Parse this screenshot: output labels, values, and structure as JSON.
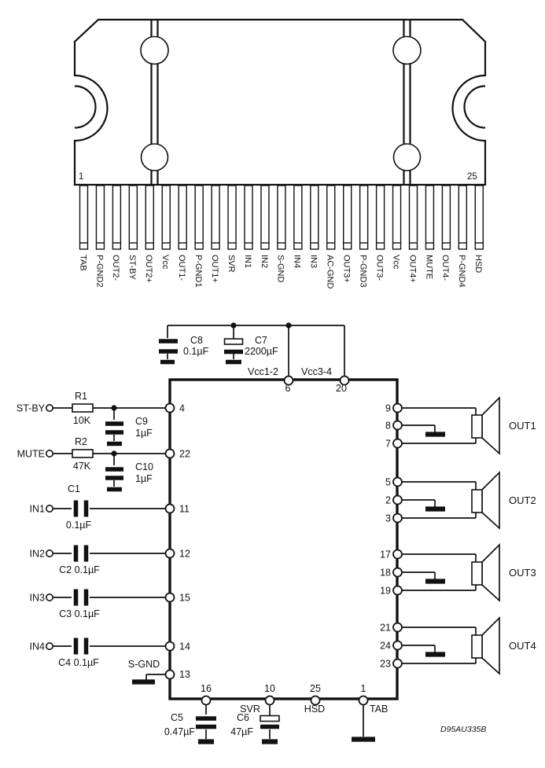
{
  "colors": {
    "ink": "#111111",
    "background": "#ffffff"
  },
  "package": {
    "corner_pin_left": "1",
    "corner_pin_right": "25",
    "pin_labels": [
      "TAB",
      "P-GND2",
      "OUT2-",
      "ST-BY",
      "OUT2+",
      "Vcc",
      "OUT1-",
      "P-GND1",
      "OUT1+",
      "SVR",
      "IN1",
      "IN2",
      "S-GND",
      "IN4",
      "IN3",
      "AC-GND",
      "OUT3+",
      "P-GND3",
      "OUT3-",
      "Vcc",
      "OUT4+",
      "MUTE",
      "OUT4-",
      "P-GND4",
      "HSD"
    ]
  },
  "schematic": {
    "supply": {
      "c8_name": "C8",
      "c8_value": "0.1µF",
      "c7_name": "C7",
      "c7_value": "2200µF",
      "pin6_label": "Vcc1-2",
      "pin6_num": "6",
      "pin20_label": "Vcc3-4",
      "pin20_num": "20"
    },
    "left": {
      "stby_label": "ST-BY",
      "r1_name": "R1",
      "r1_value": "10K",
      "c9_name": "C9",
      "c9_value": "1µF",
      "pin4": "4",
      "mute_label": "MUTE",
      "r2_name": "R2",
      "r2_value": "47K",
      "c10_name": "C10",
      "c10_value": "1µF",
      "pin22": "22",
      "in1_label": "IN1",
      "c1_name": "C1",
      "c1_value": "0.1µF",
      "pin11": "11",
      "in2_label": "IN2",
      "c2_label": "C2 0.1µF",
      "pin12": "12",
      "in3_label": "IN3",
      "c3_label": "C3 0.1µF",
      "pin15": "15",
      "in4_label": "IN4",
      "c4_label": "C4 0.1µF",
      "pin14": "14",
      "sgnd_label": "S-GND",
      "pin13": "13"
    },
    "bottom": {
      "pin16": "16",
      "c5_name": "C5",
      "c5_value": "0.47µF",
      "svr_label": "SVR",
      "pin10": "10",
      "c6_name": "C6",
      "c6_value": "47µF",
      "hsd_label": "HSD",
      "pin25": "25",
      "tab_label": "TAB",
      "pin1": "1"
    },
    "right": {
      "out1": {
        "label": "OUT1",
        "pin_top": "9",
        "pin_mid": "8",
        "pin_bot": "7"
      },
      "out2": {
        "label": "OUT2",
        "pin_top": "5",
        "pin_mid": "2",
        "pin_bot": "3"
      },
      "out3": {
        "label": "OUT3",
        "pin_top": "17",
        "pin_mid": "18",
        "pin_bot": "19"
      },
      "out4": {
        "label": "OUT4",
        "pin_top": "21",
        "pin_mid": "24",
        "pin_bot": "23"
      }
    },
    "doc_code": "D95AU335B"
  }
}
